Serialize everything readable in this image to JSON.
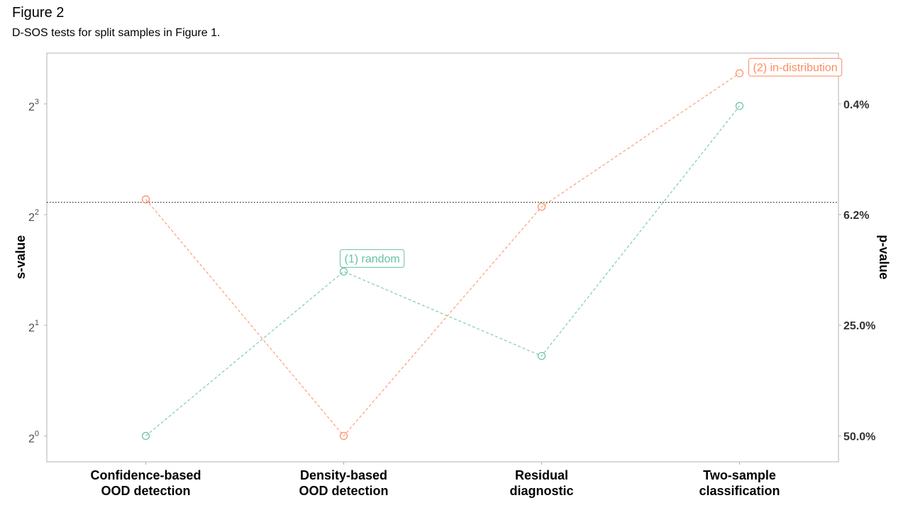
{
  "figure": {
    "title": "Figure 2",
    "subtitle": "D-SOS tests for split samples in Figure 1."
  },
  "chart_data": {
    "type": "line",
    "categories": [
      "Confidence-based\nOOD detection",
      "Density-based\nOOD detection",
      "Residual\ndiagnostic",
      "Two-sample\nclassification"
    ],
    "ylabel": "s-value",
    "y2label": "p-value",
    "y_scale": "log2",
    "ylim": [
      0.85,
      11.0
    ],
    "y_ticks": [
      {
        "value": 1,
        "base": "2",
        "exp": "0"
      },
      {
        "value": 2,
        "base": "2",
        "exp": "1"
      },
      {
        "value": 4,
        "base": "2",
        "exp": "2"
      },
      {
        "value": 8,
        "base": "2",
        "exp": "3"
      }
    ],
    "y2_ticks": [
      {
        "value": 1,
        "label": "50.0%"
      },
      {
        "value": 2,
        "label": "25.0%"
      },
      {
        "value": 4,
        "label": "6.2%"
      },
      {
        "value": 8,
        "label": "0.4%"
      }
    ],
    "threshold": 4.32,
    "series": [
      {
        "name": "(1) random",
        "color": "#66c2a5",
        "values": [
          1.0,
          2.8,
          1.65,
          7.9
        ],
        "label_at": 1
      },
      {
        "name": "(2) in-distribution",
        "color": "#fc8d62",
        "values": [
          4.4,
          1.0,
          4.2,
          9.7
        ],
        "label_at": 3
      }
    ],
    "grid": false,
    "legend": "none"
  }
}
